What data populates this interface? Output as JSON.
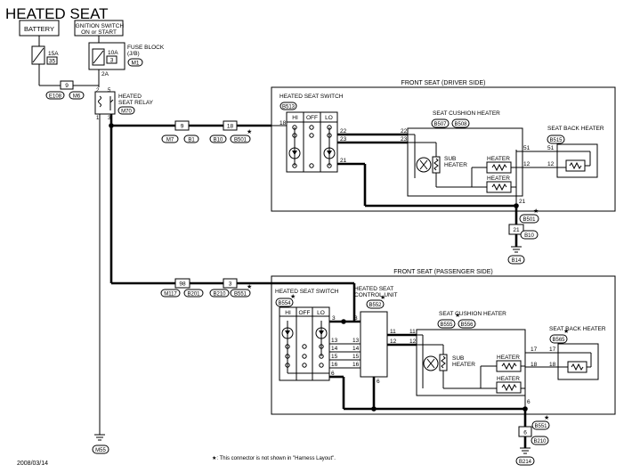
{
  "title": "HEATED SEAT",
  "date": "2008/03/14",
  "footnote": "★: This connector is not shown in \"Harness Layout\".",
  "power": {
    "battery": "BATTERY",
    "ignition_line1": "IGNITION SWITCH",
    "ignition_line2": "ON or START",
    "fuse_block_line1": "FUSE BLOCK",
    "fuse_block_line2": "(J/B)",
    "fuse1_amp": "15A",
    "fuse1_num": "35",
    "fuse2_amp": "10A",
    "fuse2_num": "3",
    "fuse2_out": "2A",
    "m1": "M1",
    "relay_line1": "HEATED",
    "relay_line2": "SEAT RELAY",
    "m70": "M70",
    "conn_e108": "E108",
    "conn_m6": "M6",
    "pin9": "9",
    "relay_pins": [
      "2",
      "5",
      "1",
      "3"
    ],
    "ground_m55": "M55"
  },
  "driver": {
    "section_title": "FRONT SEAT (DRIVER SIDE)",
    "switch_label": "HEATED SEAT SWITCH",
    "switch_conn": "B513",
    "switch_cols": [
      "HI",
      "OFF",
      "LO"
    ],
    "cushion_label": "SEAT CUSHION HEATER",
    "cushion_conns": [
      "B507",
      "B508"
    ],
    "back_label": "SEAT BACK HEATER",
    "back_conn": "B515",
    "heater": "HEATER",
    "sub_heater_line1": "SUB",
    "sub_heater_line2": "HEATER",
    "harness_pins": [
      "9",
      "18"
    ],
    "harness_conns": [
      "M7",
      "B1",
      "B10",
      "B501"
    ],
    "pins": [
      "18",
      "22",
      "23",
      "21",
      "22",
      "23",
      "51",
      "51",
      "12",
      "12",
      "21",
      "21"
    ],
    "ground_conns": [
      "B501",
      "B10",
      "B14"
    ]
  },
  "passenger": {
    "section_title": "FRONT SEAT (PASSENGER SIDE)",
    "switch_label": "HEATED SEAT SWITCH",
    "switch_conn": "B554",
    "switch_cols": [
      "HI",
      "OFF",
      "LO"
    ],
    "control_line1": "HEATED SEAT",
    "control_line2": "CONTROL UNIT",
    "control_conn": "B552",
    "cushion_label": "SEAT CUSHION HEATER",
    "cushion_conns": [
      "B555",
      "B556"
    ],
    "back_label": "SEAT BACK HEATER",
    "back_conn": "B565",
    "heater": "HEATER",
    "sub_heater_line1": "SUB",
    "sub_heater_line2": "HEATER",
    "harness_pins": [
      "98",
      "3"
    ],
    "harness_conns": [
      "M117",
      "B201",
      "B210",
      "B551"
    ],
    "sw_pins": [
      "3",
      "13",
      "14",
      "15",
      "16",
      "6"
    ],
    "cu_pins": [
      "3",
      "13",
      "14",
      "15",
      "16",
      "6",
      "11",
      "12"
    ],
    "pins": [
      "11",
      "12",
      "17",
      "17",
      "18",
      "18",
      "6"
    ],
    "ground_conns": [
      "B551",
      "B210",
      "B214"
    ]
  }
}
